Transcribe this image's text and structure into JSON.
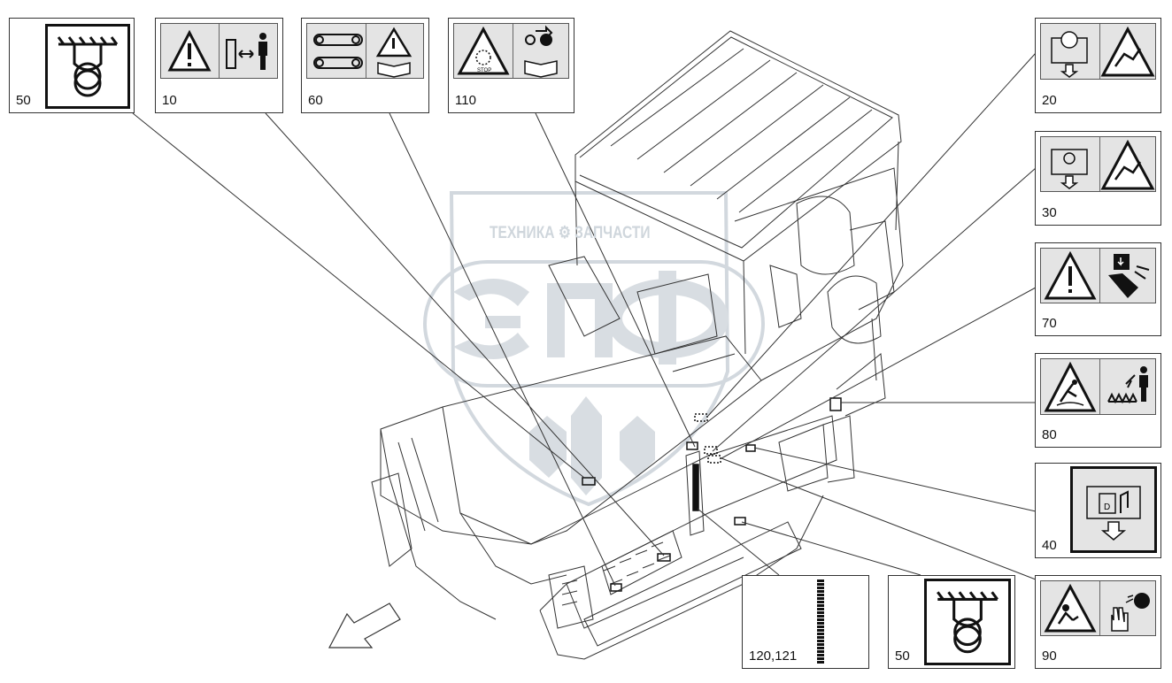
{
  "watermark": {
    "caption": "ТЕХНИКА ⚙ ЗАПЧАСТИ",
    "logo_text": "ЭПФ"
  },
  "callouts": [
    {
      "id": "c50a",
      "label": "50",
      "icon": "hose-clamp-icon"
    },
    {
      "id": "c10",
      "label": "10",
      "icon": "warning-keep-distance-icon"
    },
    {
      "id": "c60",
      "label": "60",
      "icon": "belt-tension-manual-icon"
    },
    {
      "id": "c110",
      "label": "110",
      "icon": "stop-key-manual-icon"
    },
    {
      "id": "c20",
      "label": "20",
      "icon": "hot-fluid-burn-warning-icon"
    },
    {
      "id": "c30",
      "label": "30",
      "icon": "oil-fill-burn-warning-icon"
    },
    {
      "id": "c70",
      "label": "70",
      "icon": "crush-hand-warning-icon"
    },
    {
      "id": "c80",
      "label": "80",
      "icon": "slip-auger-warning-icon"
    },
    {
      "id": "c40",
      "label": "40",
      "icon": "diesel-fuel-icon"
    },
    {
      "id": "c120",
      "label": "120,121",
      "icon": "scale-strip-icon"
    },
    {
      "id": "c50b",
      "label": "50",
      "icon": "hose-clamp-icon"
    },
    {
      "id": "c90",
      "label": "90",
      "icon": "hot-bitumen-gloves-icon"
    }
  ],
  "colors": {
    "line": "#222222",
    "decal_bg": "#e4e4e4",
    "watermark": "#cfd6dc"
  }
}
